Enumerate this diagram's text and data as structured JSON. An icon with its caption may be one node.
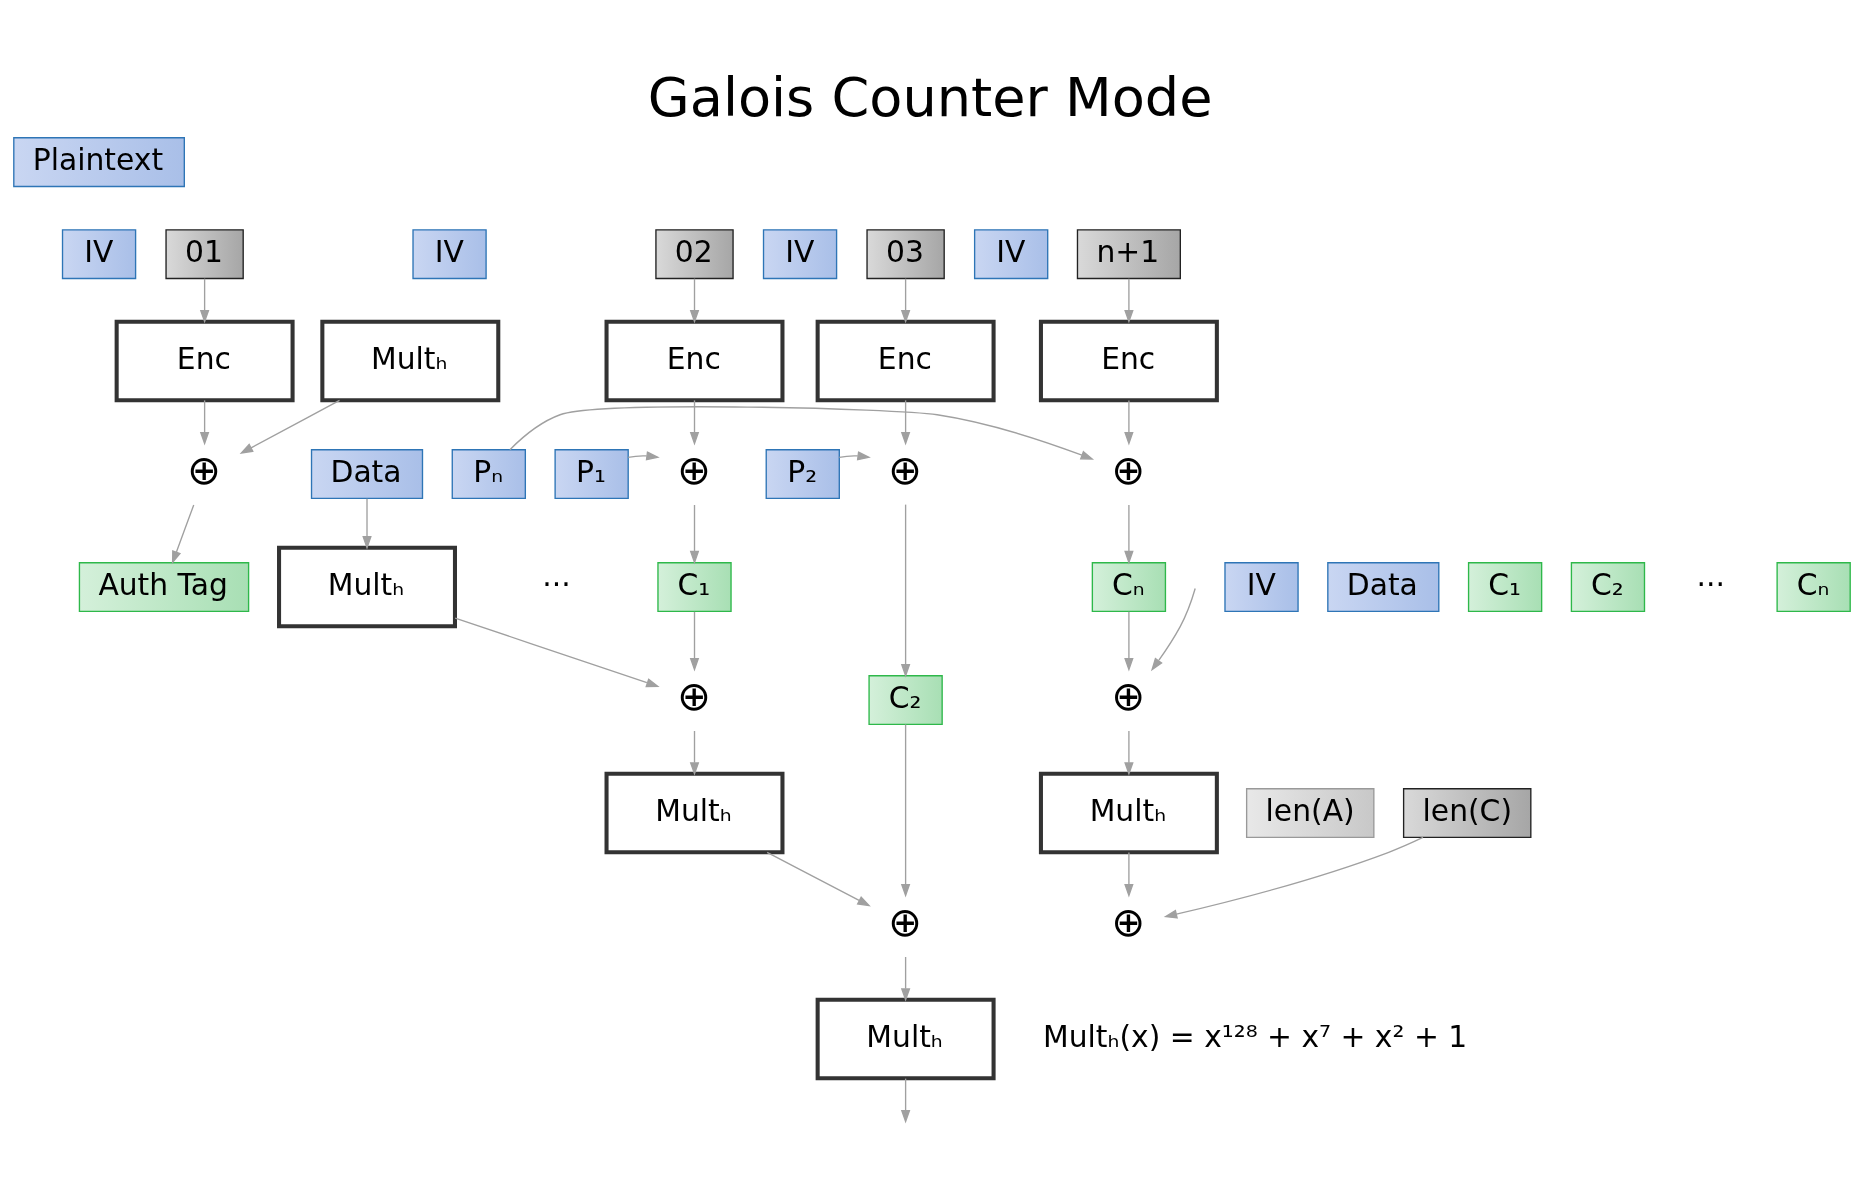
{
  "diagram": {
    "title": "Galois Counter Mode",
    "nodes": [
      {
        "text": [
          "Plaintext"
        ]
      },
      {
        "text": [
          "IV"
        ]
      },
      {
        "text": [
          "01"
        ]
      },
      {
        "text": [
          "IV"
        ]
      },
      {
        "text": [
          "02"
        ]
      },
      {
        "text": [
          "IV"
        ]
      },
      {
        "text": [
          "03"
        ]
      },
      {
        "text": [
          "IV"
        ]
      },
      {
        "text": [
          "n+1"
        ]
      },
      {
        "text": [
          "Enc"
        ]
      },
      {
        "text": [
          "Enc"
        ]
      },
      {
        "text": [
          "Enc"
        ]
      },
      {
        "text": [
          "Enc"
        ]
      },
      {
        "text": [
          "P₁"
        ]
      },
      {
        "text": [
          "⊕"
        ]
      },
      {
        "text": [
          "P₂"
        ]
      },
      {
        "text": [
          "⊕"
        ]
      },
      {
        "text": [
          "Pₙ"
        ]
      },
      {
        "text": [
          "⊕"
        ]
      },
      {
        "text": [
          "C₁"
        ]
      },
      {
        "text": [
          "C₂"
        ]
      },
      {
        "text": [
          "Cₙ"
        ]
      },
      {
        "text": [
          "⊕"
        ]
      },
      {
        "text": [
          "⊕"
        ]
      },
      {
        "text": [
          "⊕"
        ]
      },
      {
        "text": [
          "Multₕ"
        ]
      },
      {
        "text": [
          "Multₕ"
        ]
      },
      {
        "text": [
          "Multₕ"
        ]
      },
      {
        "text": [
          "Multₕ"
        ]
      },
      {
        "text": [
          "len(A)"
        ]
      },
      {
        "text": [
          "len(C)"
        ]
      },
      {
        "text": [
          "⊕"
        ]
      },
      {
        "text": [
          "Data"
        ]
      },
      {
        "text": [
          "Multₕ"
        ]
      },
      {
        "text": [
          "⊕"
        ]
      },
      {
        "text": [
          "IV"
        ]
      },
      {
        "text": [
          "Data"
        ]
      },
      {
        "text": [
          "C₁"
        ]
      },
      {
        "text": [
          "C₂"
        ]
      },
      {
        "text": [
          "Cₙ"
        ]
      },
      {
        "text": [
          "Auth Tag"
        ]
      }
    ],
    "edges": [
      {
        "from": 2,
        "to": 9,
        "arrow": "to"
      },
      {
        "from": 4,
        "to": 10,
        "arrow": "to"
      },
      {
        "from": 6,
        "to": 11,
        "arrow": "to"
      },
      {
        "from": 8,
        "to": 12,
        "arrow": "to"
      },
      {
        "from": 9,
        "to": 34,
        "arrow": "to"
      },
      {
        "from": 10,
        "to": 14,
        "arrow": "to"
      },
      {
        "from": 13,
        "to": 14,
        "arrow": "to"
      },
      {
        "from": 14,
        "to": 19,
        "arrow": "to"
      },
      {
        "from": 19,
        "to": 22,
        "arrow": "to"
      },
      {
        "from": 27,
        "to": 22,
        "arrow": "to"
      },
      {
        "from": 32,
        "to": 27,
        "arrow": "to"
      },
      {
        "from": 22,
        "to": 25,
        "arrow": "to"
      },
      {
        "from": 25,
        "to": 24,
        "arrow": "to"
      },
      {
        "from": 11,
        "to": 16,
        "arrow": "to"
      },
      {
        "from": 15,
        "to": 16,
        "arrow": "to"
      },
      {
        "from": 16,
        "to": 20,
        "arrow": "to"
      },
      {
        "from": 20,
        "to": 24,
        "arrow": "to"
      },
      {
        "from": 24,
        "to": 28,
        "arrow": "to"
      },
      {
        "from": 28,
        "to": null,
        "arrow": "to"
      },
      {
        "from": 12,
        "to": 18,
        "arrow": "to"
      },
      {
        "from": 17,
        "to": 18,
        "arrow": "to"
      },
      {
        "from": 18,
        "to": 21,
        "arrow": "to"
      },
      {
        "from": 21,
        "to": 23,
        "arrow": "to"
      },
      {
        "from": null,
        "to": 23,
        "arrow": "to"
      },
      {
        "from": 23,
        "to": 26,
        "arrow": "to"
      },
      {
        "from": 26,
        "to": 31,
        "arrow": "to"
      },
      {
        "from": 30,
        "to": 31,
        "arrow": "to"
      },
      {
        "from": 33,
        "to": 34,
        "arrow": "to"
      },
      {
        "from": 34,
        "to": 40,
        "arrow": "to"
      }
    ],
    "labels": [
      "···",
      "Multₕ(x) = x¹²⁸ + x⁷ + x² + 1",
      "···"
    ]
  }
}
